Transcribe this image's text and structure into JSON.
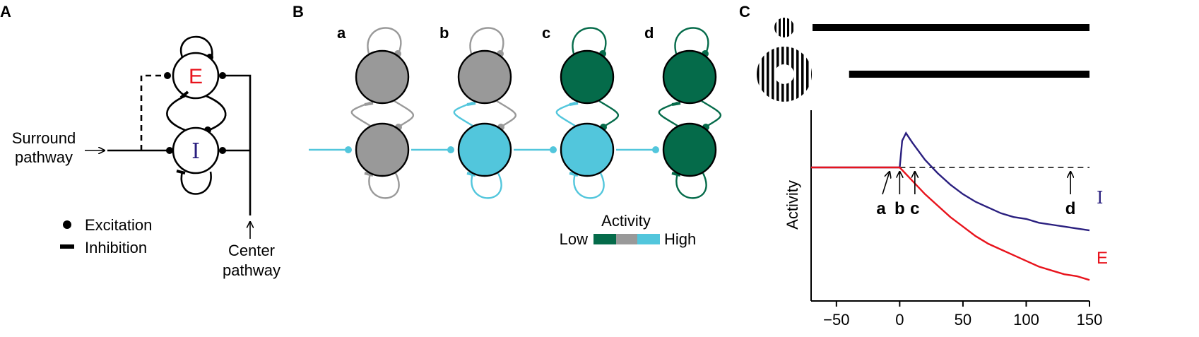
{
  "colors": {
    "black": "#000000",
    "excitatory": "#e8131c",
    "inhibitory": "#2a1f7f",
    "low": "#056b4a",
    "mid": "#999999",
    "high": "#52c6dc"
  },
  "panel_a": {
    "label": "A",
    "e_label": "E",
    "i_label": "I",
    "surround_line1": "Surround",
    "surround_line2": "pathway",
    "center_line1": "Center",
    "center_line2": "pathway",
    "legend_excitation": "Excitation",
    "legend_inhibition": "Inhibition"
  },
  "panel_b": {
    "label": "B",
    "states": [
      {
        "label": "a",
        "e_fill": "mid",
        "i_fill": "mid",
        "e_self": "mid",
        "e_to_i": "mid",
        "i_to_e": "mid",
        "i_self": "mid"
      },
      {
        "label": "b",
        "e_fill": "mid",
        "i_fill": "high",
        "e_self": "mid",
        "e_to_i": "mid",
        "i_to_e": "high",
        "i_self": "high"
      },
      {
        "label": "c",
        "e_fill": "low",
        "i_fill": "high",
        "e_self": "low",
        "e_to_i": "low",
        "i_to_e": "high",
        "i_self": "high"
      },
      {
        "label": "d",
        "e_fill": "low",
        "i_fill": "low",
        "e_self": "low",
        "e_to_i": "low",
        "i_to_e": "low",
        "i_self": "low"
      }
    ],
    "activity_title": "Activity",
    "low_label": "Low",
    "high_label": "High"
  },
  "panel_c": {
    "label": "C",
    "ylabel": "Activity",
    "e_label": "E",
    "i_label": "I",
    "stimulus_center": {
      "start": -70,
      "end": 150
    },
    "stimulus_surround": {
      "start": -40,
      "end": 150
    },
    "markers": [
      {
        "label": "a",
        "t": -8
      },
      {
        "label": "b",
        "t": 0
      },
      {
        "label": "c",
        "t": 12
      },
      {
        "label": "d",
        "t": 135
      }
    ]
  },
  "chart_data": {
    "type": "line",
    "xlim": [
      -70,
      150
    ],
    "ylim": [
      0,
      1
    ],
    "xticks": [
      -50,
      0,
      50,
      100,
      150
    ],
    "xtick_labels": [
      "−50",
      "0",
      "50",
      "100",
      "150"
    ],
    "ylabel": "Activity",
    "baseline": 0.7,
    "series": [
      {
        "name": "E",
        "x": [
          -70,
          -60,
          -50,
          -40,
          -30,
          -20,
          -10,
          0,
          10,
          20,
          30,
          40,
          50,
          60,
          70,
          80,
          90,
          100,
          110,
          120,
          130,
          140,
          150
        ],
        "y": [
          0.7,
          0.7,
          0.7,
          0.7,
          0.7,
          0.7,
          0.7,
          0.7,
          0.63,
          0.56,
          0.5,
          0.44,
          0.39,
          0.34,
          0.3,
          0.27,
          0.24,
          0.21,
          0.18,
          0.16,
          0.14,
          0.13,
          0.11
        ]
      },
      {
        "name": "I",
        "x": [
          -70,
          -60,
          -50,
          -40,
          -30,
          -20,
          -10,
          0,
          2,
          5,
          10,
          20,
          30,
          40,
          50,
          60,
          70,
          80,
          90,
          100,
          110,
          120,
          130,
          140,
          150
        ],
        "y": [
          0.7,
          0.7,
          0.7,
          0.7,
          0.7,
          0.7,
          0.7,
          0.7,
          0.84,
          0.88,
          0.83,
          0.74,
          0.67,
          0.61,
          0.56,
          0.52,
          0.49,
          0.46,
          0.44,
          0.43,
          0.41,
          0.4,
          0.39,
          0.38,
          0.37
        ]
      }
    ]
  }
}
